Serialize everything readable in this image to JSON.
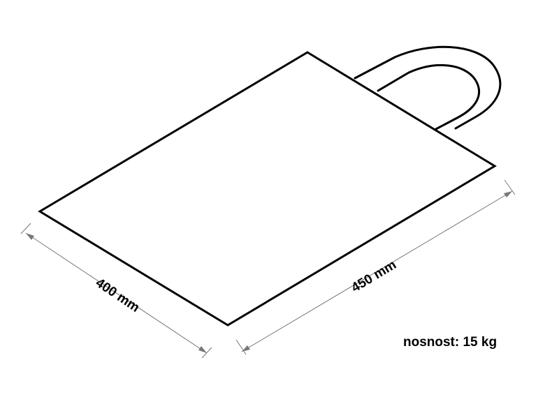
{
  "diagram": {
    "dimensions": {
      "width_label": "400 mm",
      "height_label": "450 mm"
    },
    "note": "nosnost: 15 kg",
    "colors": {
      "stroke": "#000000",
      "background": "#ffffff",
      "dimension_line": "#777777"
    }
  }
}
